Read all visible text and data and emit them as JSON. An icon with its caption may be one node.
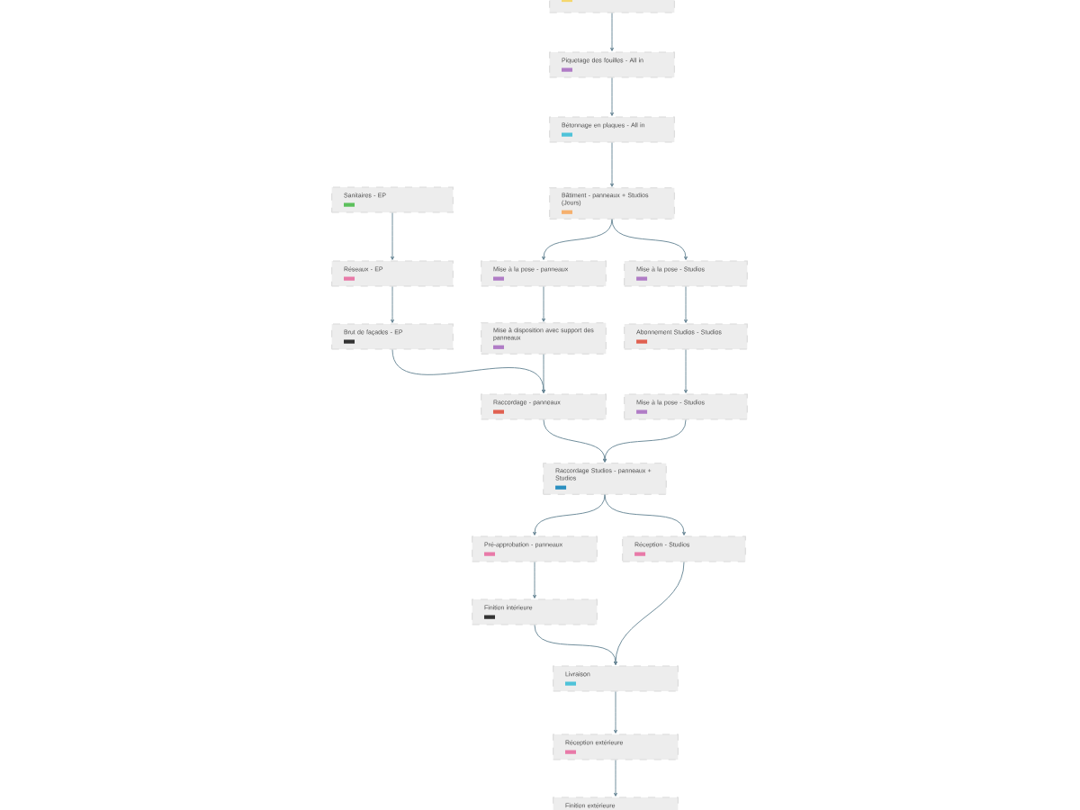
{
  "diagram": {
    "nodes": [
      {
        "text": [],
        "shape": "box"
      },
      {
        "text": [
          "Piquetage des fouilles - All in"
        ]
      },
      {
        "text": [
          "Bétonnage en plaques - All in"
        ]
      },
      {
        "text": [
          "Bâtiment - panneaux + Studios (Jours)"
        ]
      },
      {
        "text": [
          "Sanitaires - EP"
        ]
      },
      {
        "text": [
          "Réseaux - EP"
        ]
      },
      {
        "text": [
          "Brut de façades - EP"
        ]
      },
      {
        "text": [
          "Mise à la pose - panneaux"
        ]
      },
      {
        "text": [
          "Mise à la pose - Studios"
        ]
      },
      {
        "text": [
          "Mise à disposition avec support des panneaux"
        ]
      },
      {
        "text": [
          "Abonnement Studios - Studios"
        ]
      },
      {
        "text": [
          "Raccordage - panneaux"
        ]
      },
      {
        "text": [
          "Mise à la pose - Studios"
        ]
      },
      {
        "text": [
          "Raccordage Studios - panneaux + Studios"
        ]
      },
      {
        "text": [
          "Pré-approbation - panneaux"
        ]
      },
      {
        "text": [
          "Réception - Studios"
        ]
      },
      {
        "text": [
          "Finition intérieure"
        ]
      },
      {
        "text": [
          "Livraison"
        ]
      },
      {
        "text": [
          "Réception extérieure"
        ]
      },
      {
        "text": [
          "Finition extérieure"
        ]
      }
    ],
    "edges": [
      {
        "from": 0,
        "to": 1,
        "arrow": "to"
      },
      {
        "from": 1,
        "to": 2,
        "arrow": "to"
      },
      {
        "from": 2,
        "to": 3,
        "arrow": "to"
      },
      {
        "from": 3,
        "to": 7,
        "arrow": "to"
      },
      {
        "from": 3,
        "to": 8,
        "arrow": "to"
      },
      {
        "from": 4,
        "to": 5,
        "arrow": "to"
      },
      {
        "from": 5,
        "to": 6,
        "arrow": "to"
      },
      {
        "from": 6,
        "to": 11,
        "arrow": "to"
      },
      {
        "from": 7,
        "to": 9,
        "arrow": "to"
      },
      {
        "from": 9,
        "to": 11,
        "arrow": "to"
      },
      {
        "from": 8,
        "to": 10,
        "arrow": "to"
      },
      {
        "from": 10,
        "to": 12,
        "arrow": "to"
      },
      {
        "from": 11,
        "to": 13,
        "arrow": "to"
      },
      {
        "from": 12,
        "to": 13,
        "arrow": "to"
      },
      {
        "from": 13,
        "to": 14,
        "arrow": "to"
      },
      {
        "from": 13,
        "to": 15,
        "arrow": "to"
      },
      {
        "from": 14,
        "to": 16,
        "arrow": "to"
      },
      {
        "from": 16,
        "to": 17,
        "arrow": "to"
      },
      {
        "from": 15,
        "to": 17,
        "arrow": "to"
      },
      {
        "from": 17,
        "to": 18,
        "arrow": "to"
      },
      {
        "from": 18,
        "to": 19,
        "arrow": "to"
      }
    ]
  }
}
